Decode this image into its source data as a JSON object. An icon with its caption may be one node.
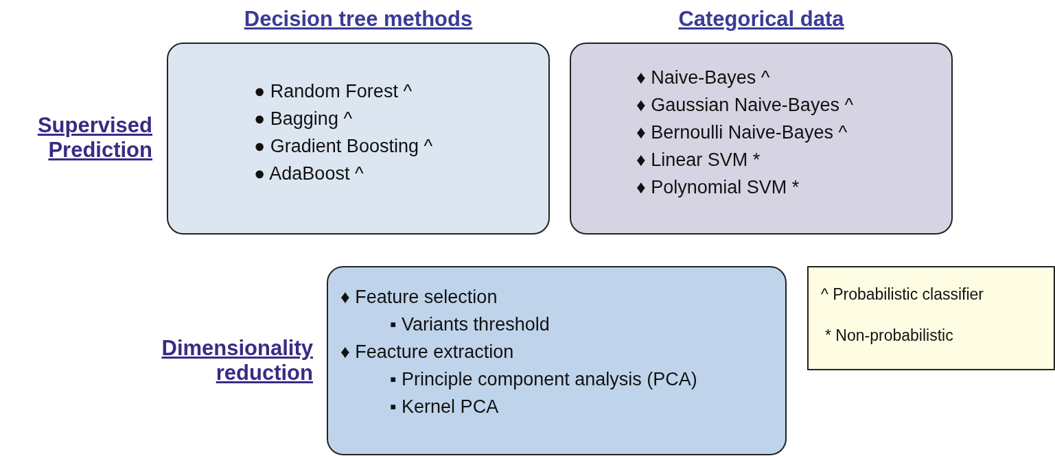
{
  "diagram": {
    "nodes": [
      {
        "text": [
          "Decision tree methods",
          "● Random Forest ^",
          "● Bagging ^",
          "● Gradient Boosting ^",
          "● AdaBoost ^"
        ]
      },
      {
        "text": [
          "Categorical data",
          "♦ Naive-Bayes ^",
          "♦ Gaussian Naive-Bayes ^",
          "♦ Bernoulli Naive-Bayes ^",
          "♦ Linear SVM *",
          "♦ Polynomial SVM *"
        ]
      },
      {
        "text": [
          "♦ Feature selection",
          "▪ Variants threshold",
          "♦ Feacture extraction",
          "▪ Principle component analysis (PCA)",
          "▪ Kernel PCA"
        ]
      },
      {
        "text": [
          "^ Probabilistic classifier",
          "* Non-probabilistic"
        ]
      }
    ],
    "labels": [
      "Supervised Prediction",
      "Dimensionality reduction"
    ]
  }
}
